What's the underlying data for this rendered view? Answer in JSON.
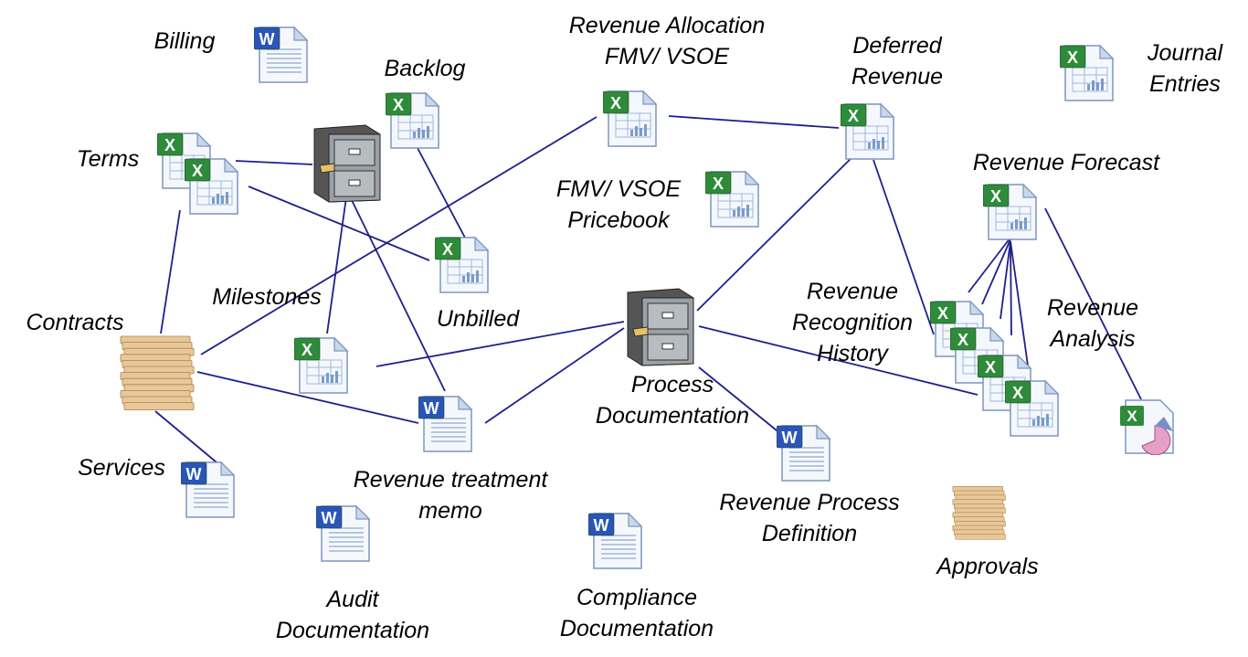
{
  "labels": {
    "billing": [
      "Billing"
    ],
    "backlog": [
      "Backlog"
    ],
    "rev_alloc": [
      "Revenue Allocation",
      "FMV/ VSOE"
    ],
    "deferred": [
      "Deferred",
      "Revenue"
    ],
    "journal": [
      "Journal",
      "Entries"
    ],
    "terms": [
      "Terms"
    ],
    "forecast": [
      "Revenue Forecast"
    ],
    "pricebook": [
      "FMV/ VSOE",
      "Pricebook"
    ],
    "milestones": [
      "Milestones"
    ],
    "contracts": [
      "Contracts"
    ],
    "unbilled": [
      "Unbilled"
    ],
    "rec_history": [
      "Revenue",
      "Recognition",
      "History"
    ],
    "analysis": [
      "Revenue",
      "Analysis"
    ],
    "process_doc": [
      "Process",
      "Documentation"
    ],
    "services": [
      "Services"
    ],
    "treatment": [
      "Revenue treatment",
      "memo"
    ],
    "process_def": [
      "Revenue Process",
      "Definition"
    ],
    "approvals": [
      "Approvals"
    ],
    "audit": [
      "Audit",
      "Documentation"
    ],
    "compliance": [
      "Compliance",
      "Documentation"
    ]
  },
  "colors": {
    "line": "#1f1f8f",
    "excel": "#2e8b3a",
    "word": "#2a55b8",
    "paper": "#e8c89a"
  }
}
